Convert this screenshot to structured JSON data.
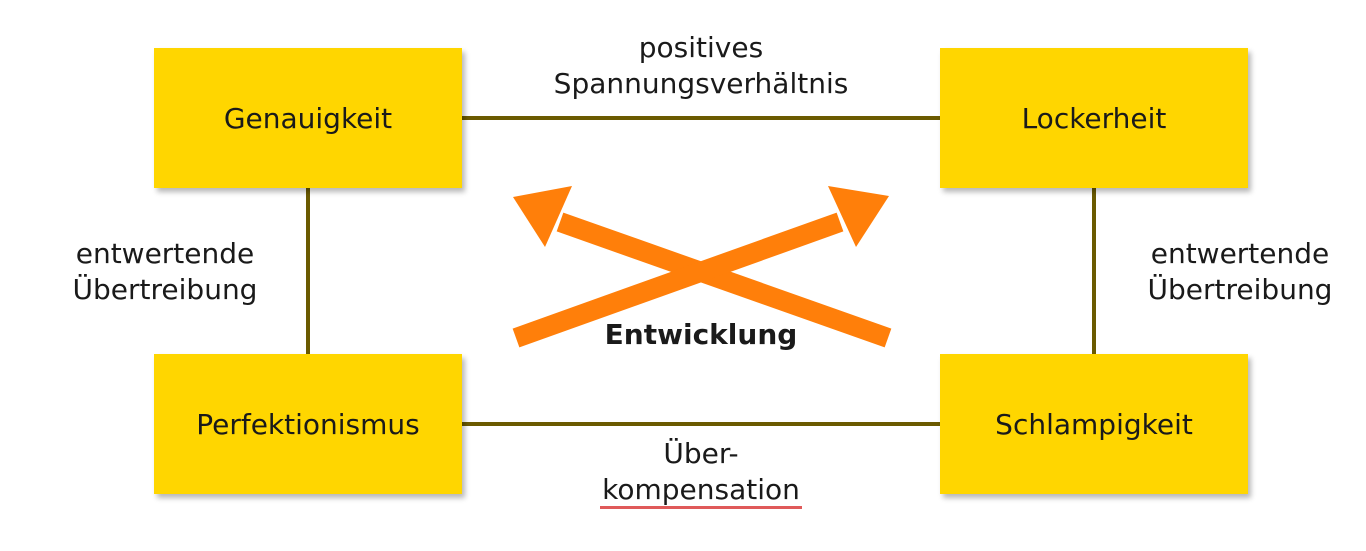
{
  "boxes": {
    "genauigkeit": "Genauigkeit",
    "lockerheit": "Lockerheit",
    "perfektionismus": "Perfektionismus",
    "schlampigkeit": "Schlampigkeit"
  },
  "labels": {
    "top_line1": "positives",
    "top_line2": "Spannungsverhältnis",
    "left_line1": "entwertende",
    "left_line2": "Übertreibung",
    "right_line1": "entwertende",
    "right_line2": "Übertreibung",
    "bottom_line1": "Über-",
    "bottom_line2": "kompensation",
    "center": "Entwicklung"
  },
  "colors": {
    "box_fill": "#ffd600",
    "connector": "#6b5a00",
    "arrow": "#ff7f0a",
    "underline": "#e05a5a"
  }
}
